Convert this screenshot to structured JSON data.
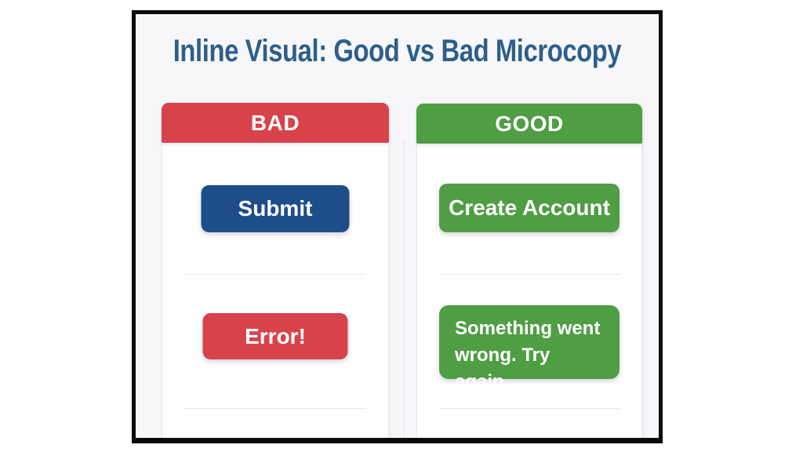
{
  "figure": {
    "title": "Inline Visual: Good vs Bad Microcopy"
  },
  "colors": {
    "title_blue": "#2e5f8a",
    "bad_red": "#d8434b",
    "good_green": "#4f9e44",
    "button_blue": "#1d4e8b",
    "canvas_background": "#f7f7f9",
    "card_background": "#fefeff",
    "frame_border": "#0b0b0c"
  },
  "bad_column": {
    "header_label": "BAD",
    "primary_button_label": "Submit",
    "error_button_label": "Error!"
  },
  "good_column": {
    "header_label": "GOOD",
    "primary_button_label": "Create Account",
    "error_message_label": "Something went wrong. Try again."
  }
}
